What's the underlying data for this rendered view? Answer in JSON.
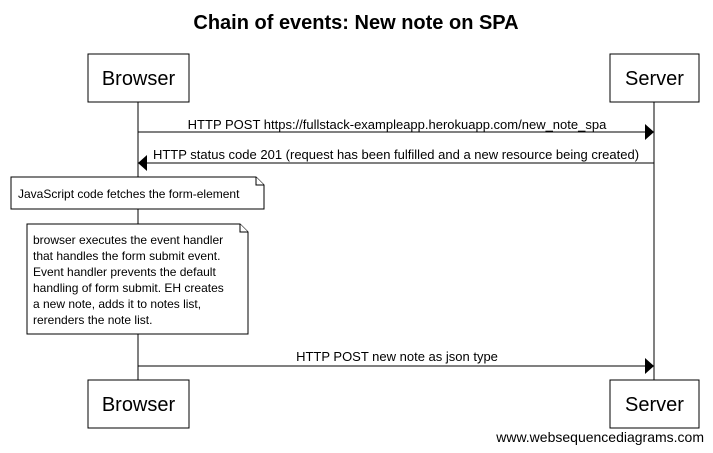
{
  "title": "Chain of events: New note on SPA",
  "participants": [
    "Browser",
    "Server"
  ],
  "messages": [
    {
      "from": "Browser",
      "to": "Server",
      "label": "HTTP POST https://fullstack-exampleapp.herokuapp.com/new_note_spa"
    },
    {
      "from": "Server",
      "to": "Browser",
      "label": "HTTP status code 201 (request has been fulfilled and a new resource being created)"
    },
    {
      "from": "Browser",
      "to": "Server",
      "label": "HTTP POST new note as json type"
    }
  ],
  "notes": [
    {
      "over": "Browser",
      "lines": [
        "JavaScript code fetches the form-element"
      ]
    },
    {
      "over": "Browser",
      "lines": [
        "browser executes the event handler",
        "that handles the form submit event.",
        "Event handler prevents the default",
        "handling of form submit. EH creates",
        "a new note, adds it to notes list,",
        "rerenders the note list."
      ]
    }
  ],
  "footer": "www.websequencediagrams.com"
}
